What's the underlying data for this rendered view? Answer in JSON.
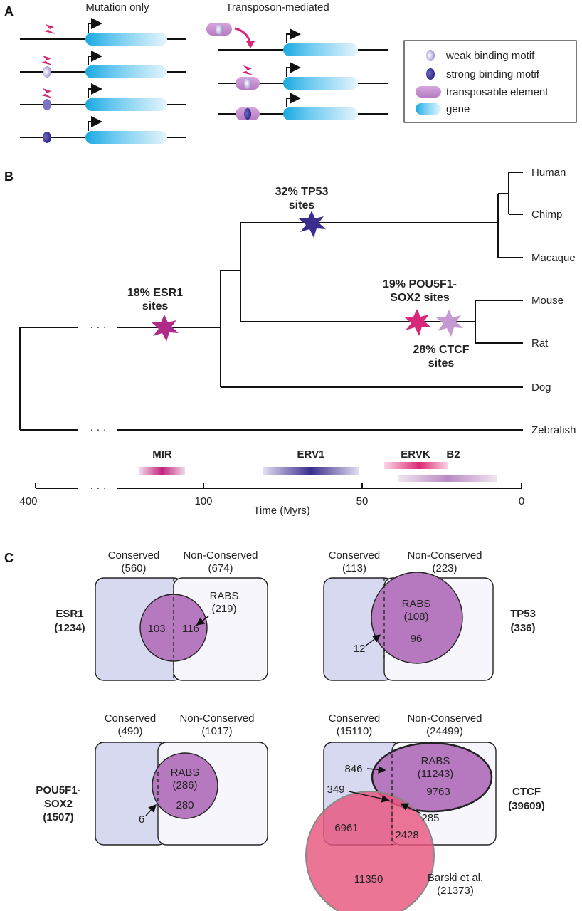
{
  "panels": [
    "A",
    "B",
    "C"
  ],
  "panel_a": {
    "mutation_title": "Mutation only",
    "transposon_title": "Transposon-mediated",
    "legend": {
      "weak": "weak binding motif",
      "strong": "strong binding motif",
      "te": "transposable element",
      "gene": "gene"
    }
  },
  "panel_b": {
    "species": [
      "Human",
      "Chimp",
      "Macaque",
      "Mouse",
      "Rat",
      "Dog",
      "Zebrafish"
    ],
    "ellipsis": "· · ·",
    "events": {
      "tp53_1": "32% TP53",
      "tp53_2": "sites",
      "esr1_1": "18% ESR1",
      "esr1_2": "sites",
      "pou_1": "19% POU5F1-",
      "pou_2": "SOX2 sites",
      "ctcf_1": "28% CTCF",
      "ctcf_2": "sites"
    },
    "te_labels": [
      "MIR",
      "ERV1",
      "ERVK",
      "B2"
    ],
    "axis": {
      "ticks": [
        "400",
        "100",
        "50",
        "0"
      ],
      "label": "Time (Myrs)"
    },
    "colors": {
      "magenta": "#d8287a",
      "purple": "#b02a8a",
      "navy": "#3a2e8c",
      "lilac": "#c49ad0"
    }
  },
  "panel_c": {
    "conserved": "Conserved",
    "nonconserved": "Non-Conserved",
    "rabs": "RABS",
    "esr1": {
      "name": "ESR1",
      "total": "(1234)",
      "cons": "(560)",
      "noncons": "(674)",
      "rabs_total": "(219)",
      "left": "103",
      "right": "116"
    },
    "tp53": {
      "name": "TP53",
      "total": "(336)",
      "cons": "(113)",
      "noncons": "(223)",
      "rabs_total": "(108)",
      "left": "12",
      "right": "96"
    },
    "pou": {
      "name1": "POU5F1-",
      "name2": "SOX2",
      "total": "(1507)",
      "cons": "(490)",
      "noncons": "(1017)",
      "rabs_total": "(286)",
      "left": "6",
      "right": "280"
    },
    "ctcf": {
      "name": "CTCF",
      "total": "(39609)",
      "cons": "(15110)",
      "noncons": "(24499)",
      "rabs_total": "(11243)",
      "n846": "846",
      "n9763": "9763",
      "n349": "349",
      "n285": "285",
      "n6961": "6961",
      "n2428": "2428",
      "n11350": "11350",
      "barski1": "Barski et al.",
      "barski2": "(21373)"
    }
  }
}
